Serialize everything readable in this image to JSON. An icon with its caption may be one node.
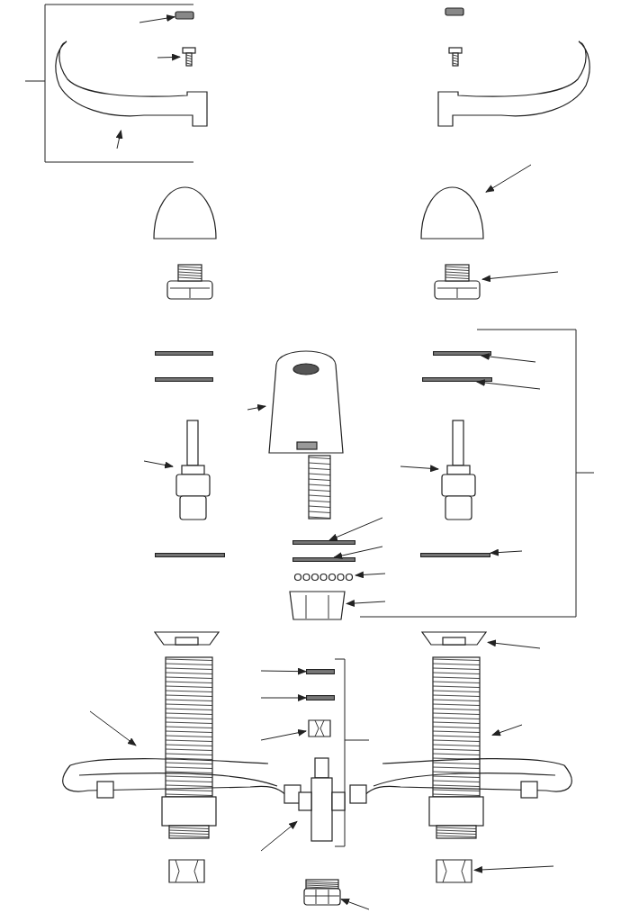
{
  "diagram": {
    "nodes": [
      {
        "text": [],
        "shape": "box"
      },
      {
        "text": [],
        "shape": "picture"
      },
      {
        "text": [],
        "shape": "picture"
      },
      {
        "text": [],
        "shape": "dome"
      },
      {
        "text": [],
        "shape": "picture"
      },
      {
        "text": [],
        "shape": "bar"
      },
      {
        "text": [],
        "shape": "bar"
      },
      {
        "text": [],
        "shape": "picture"
      },
      {
        "text": [],
        "shape": "bar"
      },
      {
        "text": [],
        "shape": "picture"
      },
      {
        "text": [],
        "shape": "picture"
      },
      {
        "text": [],
        "shape": "bar"
      },
      {
        "text": [],
        "shape": "bar"
      },
      {
        "text": [],
        "shape": "picture"
      },
      {
        "text": [],
        "shape": "picture"
      },
      {
        "text": [],
        "shape": "box"
      },
      {
        "text": [],
        "shape": "picture"
      },
      {
        "text": [],
        "shape": "picture"
      },
      {
        "text": [],
        "shape": "dome"
      },
      {
        "text": [],
        "shape": "picture"
      },
      {
        "text": [],
        "shape": "bar"
      },
      {
        "text": [],
        "shape": "bar"
      },
      {
        "text": [],
        "shape": "picture"
      },
      {
        "text": [],
        "shape": "bar"
      },
      {
        "text": [],
        "shape": "picture"
      },
      {
        "text": [],
        "shape": "picture"
      },
      {
        "text": [],
        "shape": "picture"
      },
      {
        "text": [],
        "shape": "picture"
      },
      {
        "text": [],
        "shape": "picture"
      },
      {
        "text": [],
        "shape": "picture"
      },
      {
        "text": [],
        "shape": "bar"
      },
      {
        "text": [],
        "shape": "bar"
      },
      {
        "text": [],
        "shape": "picture"
      },
      {
        "text": [],
        "shape": "picture"
      },
      {
        "text": [],
        "shape": "picture"
      },
      {
        "text": [],
        "shape": "picture"
      },
      {
        "text": [],
        "shape": "picture"
      }
    ],
    "edges": [
      {
        "from": null,
        "to": 0,
        "arrow": "to"
      },
      {
        "from": null,
        "to": 1,
        "arrow": "to"
      },
      {
        "from": null,
        "to": 2,
        "arrow": "to"
      },
      {
        "from": null,
        "to": 18,
        "arrow": "to"
      },
      {
        "from": null,
        "to": 19,
        "arrow": "to"
      },
      {
        "from": null,
        "to": 20,
        "arrow": "to"
      },
      {
        "from": null,
        "to": 21,
        "arrow": "to"
      },
      {
        "from": null,
        "to": 9,
        "arrow": "to"
      },
      {
        "from": null,
        "to": 7,
        "arrow": "to"
      },
      {
        "from": null,
        "to": 22,
        "arrow": "to"
      },
      {
        "from": null,
        "to": 11,
        "arrow": "to"
      },
      {
        "from": null,
        "to": 12,
        "arrow": "to"
      },
      {
        "from": null,
        "to": 13,
        "arrow": "to"
      },
      {
        "from": null,
        "to": 14,
        "arrow": "to"
      },
      {
        "from": null,
        "to": 23,
        "arrow": "to"
      },
      {
        "from": null,
        "to": 25,
        "arrow": "to"
      },
      {
        "from": null,
        "to": 30,
        "arrow": "to"
      },
      {
        "from": null,
        "to": 31,
        "arrow": "to"
      },
      {
        "from": null,
        "to": 32,
        "arrow": "to"
      },
      {
        "from": null,
        "to": 28,
        "arrow": "to"
      },
      {
        "from": null,
        "to": 27,
        "arrow": "to"
      },
      {
        "from": null,
        "to": 33,
        "arrow": "to"
      },
      {
        "from": null,
        "to": 35,
        "arrow": "to"
      },
      {
        "from": null,
        "to": 36,
        "arrow": "to"
      }
    ]
  }
}
